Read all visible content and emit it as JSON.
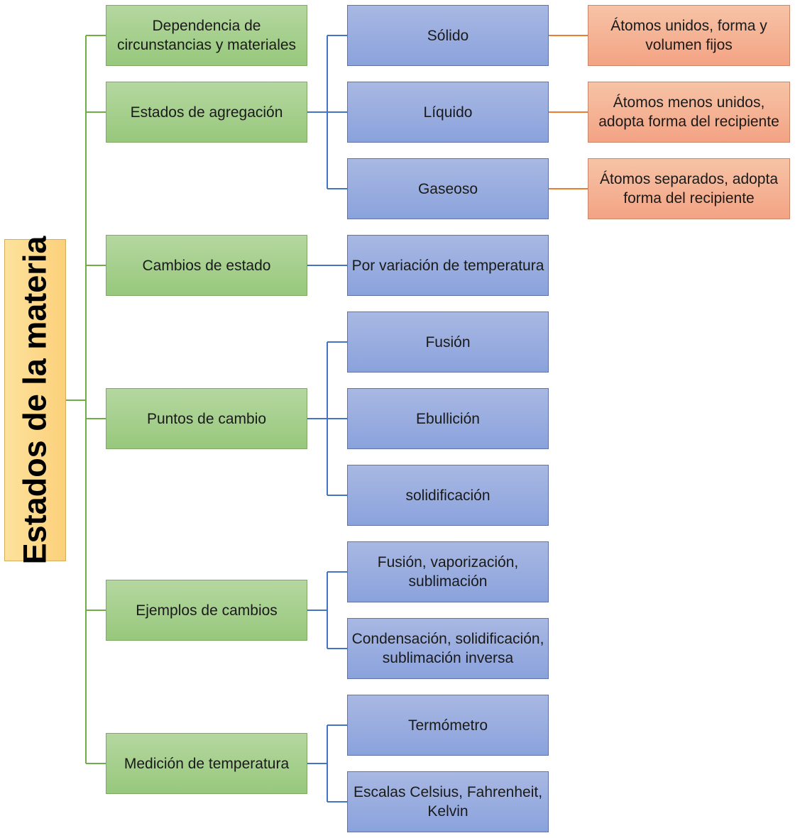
{
  "root": {
    "label": "Estados de la materia"
  },
  "branches": [
    {
      "label": "Dependencia de circunstancias y materiales",
      "children": []
    },
    {
      "label": "Estados de agregación",
      "children": [
        {
          "label": "Sólido",
          "detail": "Átomos unidos, forma y volumen fijos"
        },
        {
          "label": "Líquido",
          "detail": "Átomos menos unidos, adopta forma del recipiente"
        },
        {
          "label": "Gaseoso",
          "detail": "Átomos separados, adopta forma del recipiente"
        }
      ]
    },
    {
      "label": "Cambios de estado",
      "children": [
        {
          "label": "Por variación de temperatura"
        }
      ]
    },
    {
      "label": "Puntos de cambio",
      "children": [
        {
          "label": "Fusión"
        },
        {
          "label": "Ebullición"
        },
        {
          "label": "solidificación"
        }
      ]
    },
    {
      "label": "Ejemplos de cambios",
      "children": [
        {
          "label": "Fusión, vaporización, sublimación"
        },
        {
          "label": "Condensación, solidificación, sublimación inversa"
        }
      ]
    },
    {
      "label": "Medición de temperatura",
      "children": [
        {
          "label": "Termómetro"
        },
        {
          "label": "Escalas Celsius, Fahrenheit, Kelvin"
        }
      ]
    }
  ],
  "colors": {
    "root_fill": "#fcd98a",
    "level1_fill": "#a6cf8e",
    "level2_fill": "#99acdf",
    "level3_fill": "#f5b395",
    "level1_connector": "#70ad47",
    "level2_connector": "#4472c4",
    "level3_connector": "#ed7d31"
  }
}
